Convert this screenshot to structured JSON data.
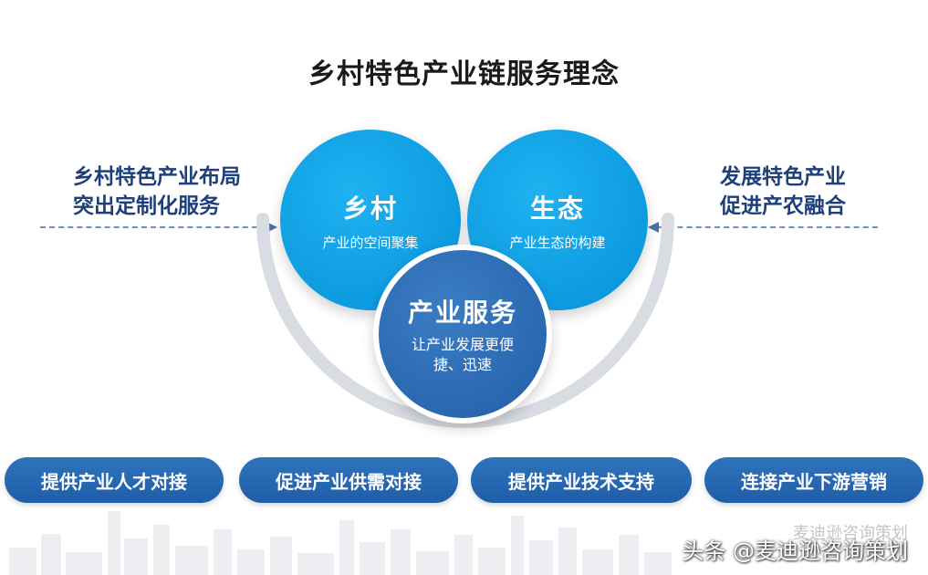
{
  "title": "乡村特色产业链服务理念",
  "left_text": [
    "乡村特色产业布局",
    "突出定制化服务"
  ],
  "right_text": [
    "发展特色产业",
    "促进产农融合"
  ],
  "circles": {
    "left": {
      "title": "乡村",
      "subtitle": "产业的空间聚集"
    },
    "right": {
      "title": "生态",
      "subtitle": "产业生态的构建"
    },
    "center": {
      "title": "产业服务",
      "subtitle_lines": [
        "让产业发展更便",
        "捷、迅速"
      ]
    }
  },
  "pills": [
    "提供产业人才对接",
    "促进产业供需对接",
    "提供产业技术支持",
    "连接产业下游营销"
  ],
  "watermark": {
    "faint": "麦迪逊咨询策划",
    "main": "头条 @麦迪逊咨询策划"
  },
  "colors": {
    "light_blue": "#0d9be0",
    "dark_blue": "#2a68b0",
    "pill_blue": "#2563ad",
    "side_text": "#1f3f7a"
  }
}
